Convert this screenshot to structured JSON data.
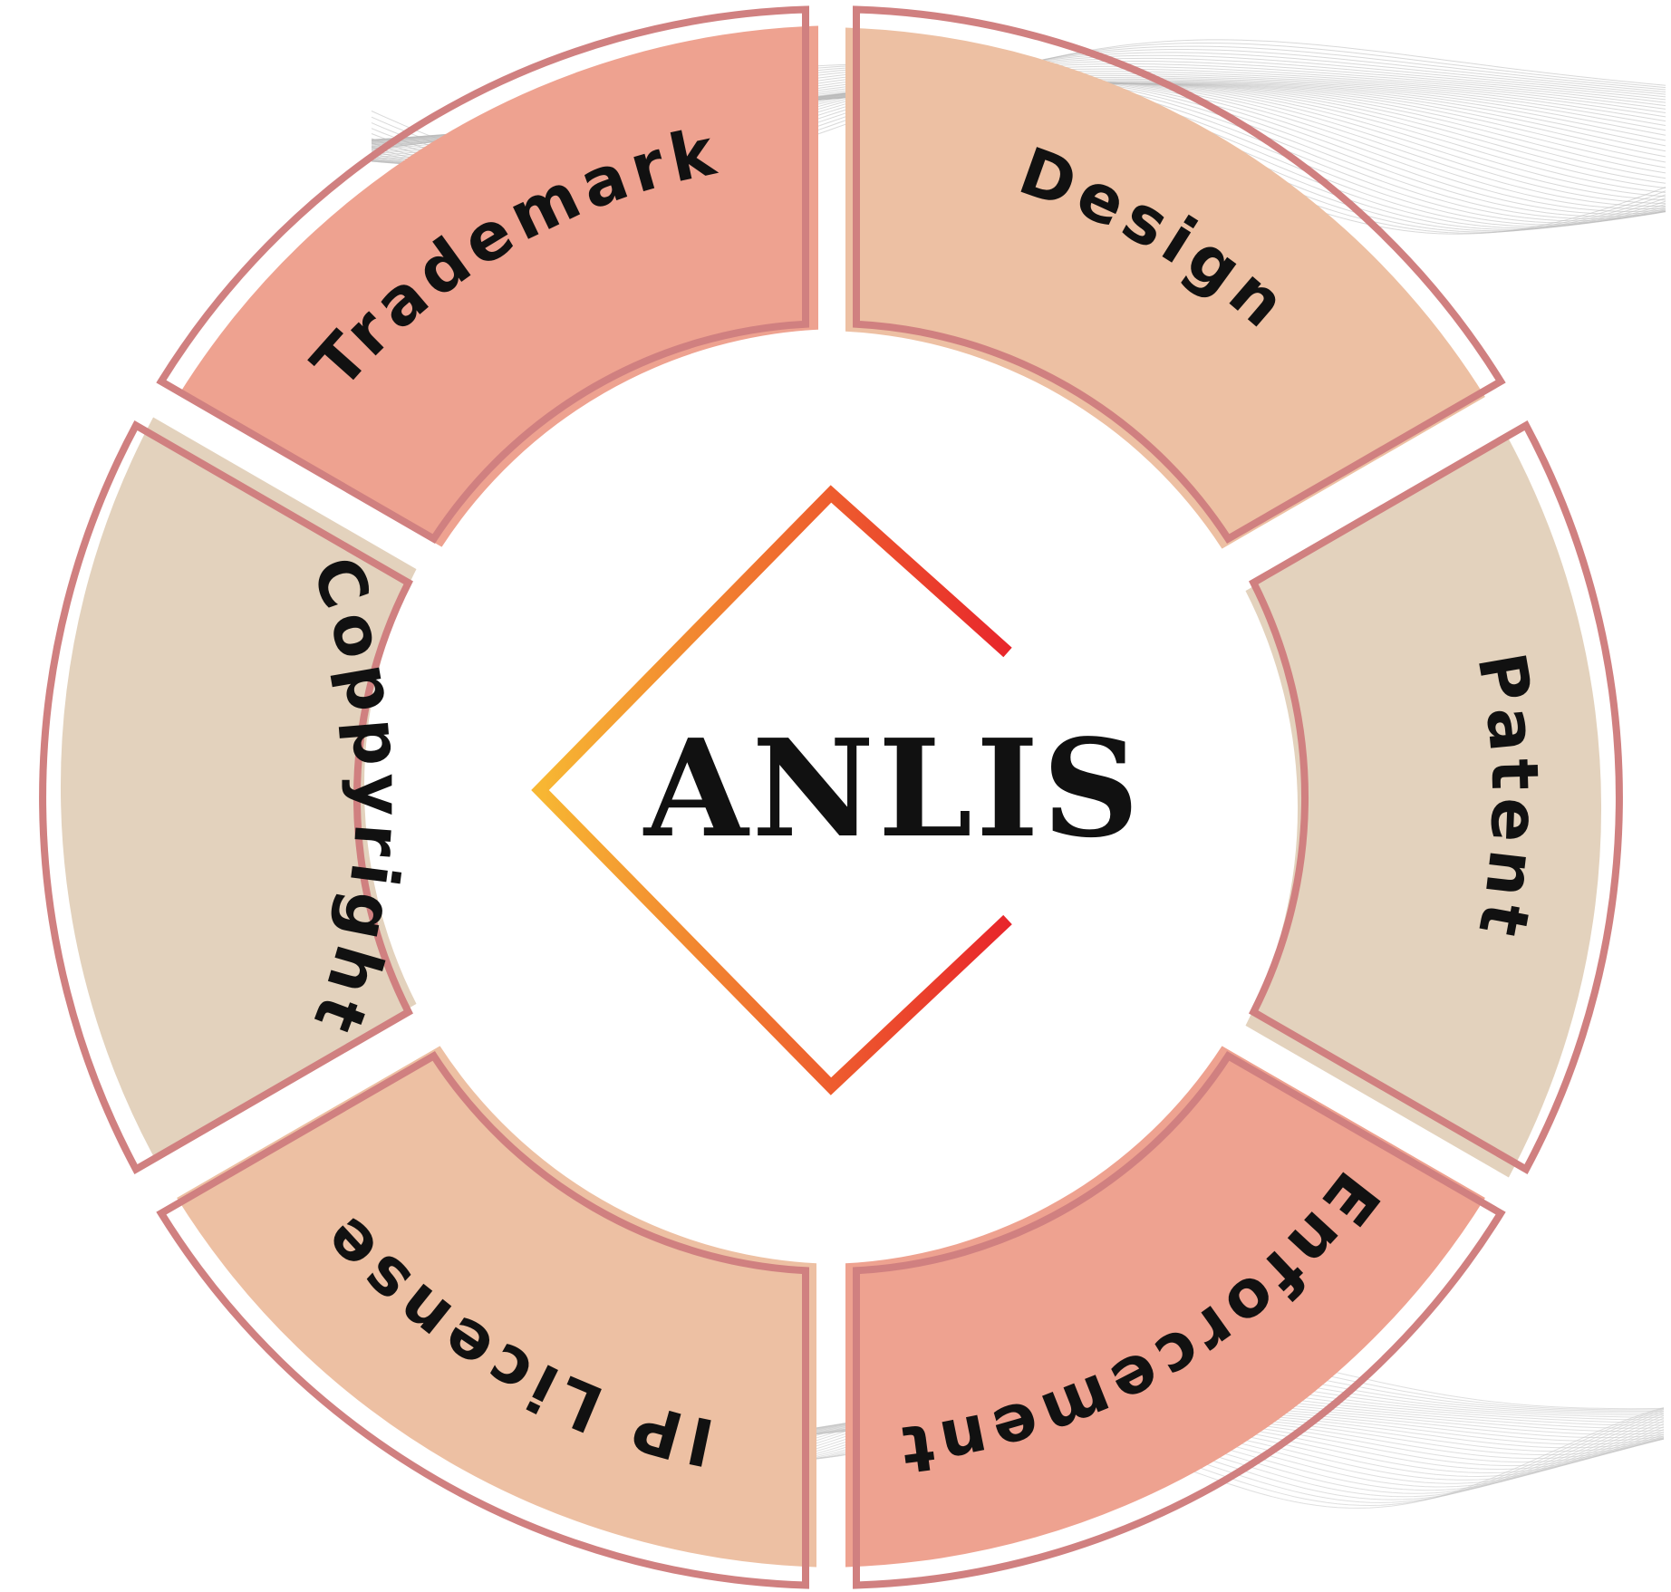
{
  "center": {
    "logo_text": "ANLIS",
    "logo_gradient_start": "#f7b733",
    "logo_gradient_end": "#e8262b"
  },
  "colors": {
    "outline": "#d08080",
    "coral": "#eea290",
    "peach": "#edc0a3",
    "beige": "#e3d2bd"
  },
  "segments": [
    {
      "label": "Trademark",
      "color": "#eea290"
    },
    {
      "label": "Design",
      "color": "#edc0a3"
    },
    {
      "label": "Patent",
      "color": "#e3d2bd"
    },
    {
      "label": "Enforcement",
      "color": "#eea290"
    },
    {
      "label": "IP License",
      "color": "#edc0a3"
    },
    {
      "label": "Coppyright",
      "color": "#e3d2bd"
    }
  ]
}
